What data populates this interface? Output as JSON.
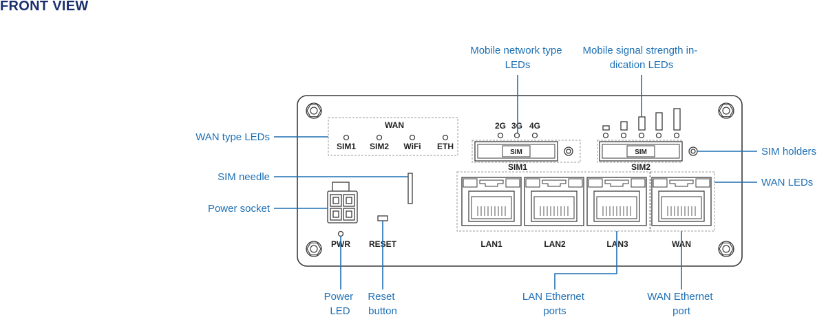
{
  "title": "FRONT VIEW",
  "callouts": {
    "mobile_network_type": [
      "Mobile network type",
      "LEDs"
    ],
    "mobile_signal_strength": [
      "Mobile signal strength in-",
      "dication LEDs"
    ],
    "wan_type_leds": "WAN type LEDs",
    "sim_needle": "SIM needle",
    "power_socket": "Power socket",
    "sim_holders": "SIM holders",
    "wan_leds": "WAN LEDs",
    "power_led": [
      "Power",
      "LED"
    ],
    "reset_button": [
      "Reset",
      "button"
    ],
    "lan_ethernet_ports": [
      "LAN Ethernet",
      "ports"
    ],
    "wan_ethernet_port": [
      "WAN Ethernet",
      "port"
    ]
  },
  "device_labels": {
    "wan_group": "WAN",
    "wan_leds": [
      "SIM1",
      "SIM2",
      "WiFi",
      "ETH"
    ],
    "network_types": [
      "2G",
      "3G",
      "4G"
    ],
    "sim_slot": "SIM",
    "sim1": "SIM1",
    "sim2": "SIM2",
    "pwr": "PWR",
    "reset": "RESET",
    "ports": [
      "LAN1",
      "LAN2",
      "LAN3",
      "WAN"
    ]
  }
}
